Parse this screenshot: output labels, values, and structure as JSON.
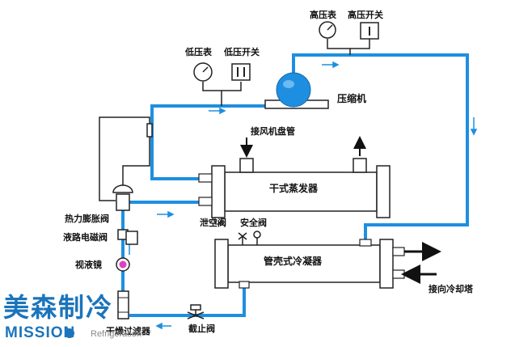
{
  "labels": {
    "high_gauge": "高压表",
    "high_switch": "高压开关",
    "low_gauge": "低压表",
    "low_switch": "低压开关",
    "compressor": "压缩机",
    "fan_coil": "接风机盘管",
    "evaporator": "干式蒸发器",
    "expansion_valve": "热力膨胀阀",
    "solenoid_valve": "液路电磁阀",
    "sight_glass": "视液镜",
    "drain_valve": "泄空阀",
    "safety_valve": "安全阀",
    "condenser": "管壳式冷凝器",
    "cooling_tower": "接向冷却塔",
    "stop_valve": "截止阀",
    "filter_drier": "干燥过滤器"
  },
  "brand": {
    "name_cn": "美森制冷",
    "name_en": "MISSION",
    "name_sub": "Refrigeration"
  },
  "colors": {
    "pipe": "#1e8fe0",
    "equipment_fill": "#ffffff",
    "equipment_stroke": "#222222",
    "brand": "#1b74bb"
  }
}
